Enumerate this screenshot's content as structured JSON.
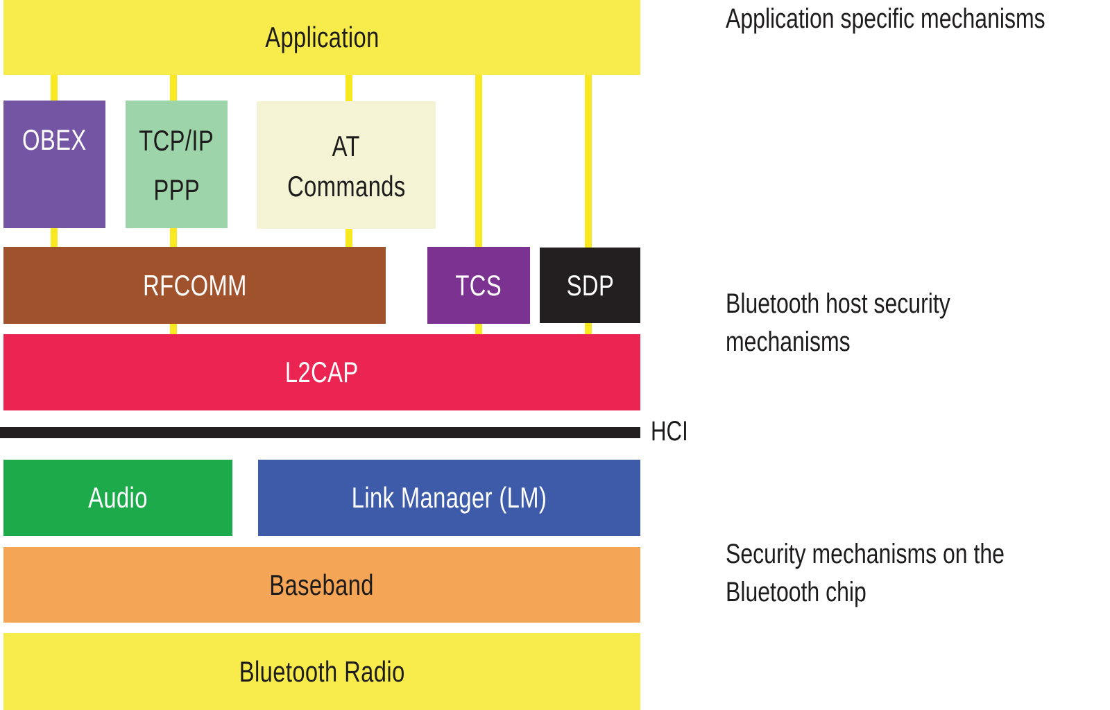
{
  "diagram": {
    "title": "Bluetooth protocol stack security mechanisms",
    "blocks": {
      "application": {
        "label": "Application",
        "color": "#f7ec4c"
      },
      "obex": {
        "label": "OBEX",
        "color": "#7455a3"
      },
      "tcpip": {
        "line1": "TCP/IP",
        "line2": "PPP",
        "color": "#9dd4aa"
      },
      "at": {
        "line1": "AT",
        "line2": "Commands",
        "color": "#f4f3d3"
      },
      "rfcomm": {
        "label": "RFCOMM",
        "color": "#a0522d"
      },
      "tcs": {
        "label": "TCS",
        "color": "#7b3291"
      },
      "sdp": {
        "label": "SDP",
        "color": "#231f20"
      },
      "l2cap": {
        "label": "L2CAP",
        "color": "#ec2451"
      },
      "audio": {
        "label": "Audio",
        "color": "#1daa4b"
      },
      "lm": {
        "label": "Link Manager (LM)",
        "color": "#3d5ba9"
      },
      "baseband": {
        "label": "Baseband",
        "color": "#f4a556"
      },
      "radio": {
        "label": "Bluetooth Radio",
        "color": "#f7ec4c"
      }
    },
    "hci": {
      "label": "HCI",
      "color": "#231f20"
    },
    "connector_color": "#f7e81f",
    "annotations": {
      "application_level": {
        "line1": "Application specific mechanisms"
      },
      "host_level": {
        "line1": "Bluetooth host security",
        "line2": "mechanisms"
      },
      "chip_level": {
        "line1": "Security mechanisms on the",
        "line2": "Bluetooth chip"
      }
    }
  }
}
